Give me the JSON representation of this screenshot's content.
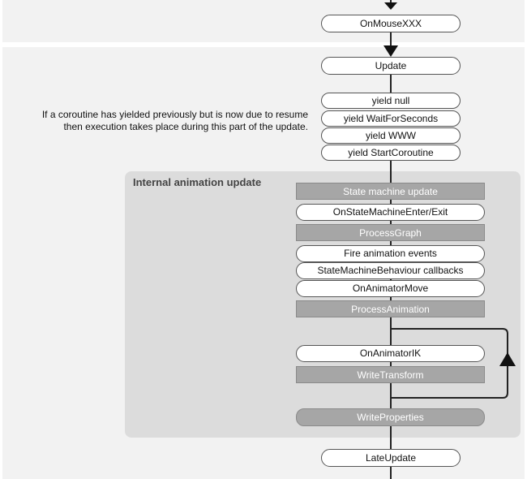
{
  "top_node": "OnMouseXXX",
  "update_node": "Update",
  "coroutine_items": [
    "yield null",
    "yield WaitForSeconds",
    "yield WWW",
    "yield StartCoroutine"
  ],
  "coroutine_note": "If a coroutine has yielded previously but is now due to resume then execution takes place during this part of the update.",
  "animation_panel": {
    "title": "Internal animation update",
    "steps": [
      {
        "label": "State machine update",
        "kind": "internal"
      },
      {
        "label": "OnStateMachineEnter/Exit",
        "kind": "callback"
      },
      {
        "label": "ProcessGraph",
        "kind": "internal"
      },
      {
        "label": "Fire animation events",
        "kind": "callback"
      },
      {
        "label": "StateMachineBehaviour callbacks",
        "kind": "callback"
      },
      {
        "label": "OnAnimatorMove",
        "kind": "callback"
      },
      {
        "label": "ProcessAnimation",
        "kind": "internal"
      },
      {
        "label": "OnAnimatorIK",
        "kind": "callback"
      },
      {
        "label": "WriteTransform",
        "kind": "internal"
      },
      {
        "label": "WriteProperties",
        "kind": "internal"
      }
    ]
  },
  "late_update_node": "LateUpdate",
  "colors": {
    "background_band": "#f2f2f2",
    "panel": "#dcdcdc",
    "internal_box": "#a6a6a6",
    "line": "#222222"
  }
}
